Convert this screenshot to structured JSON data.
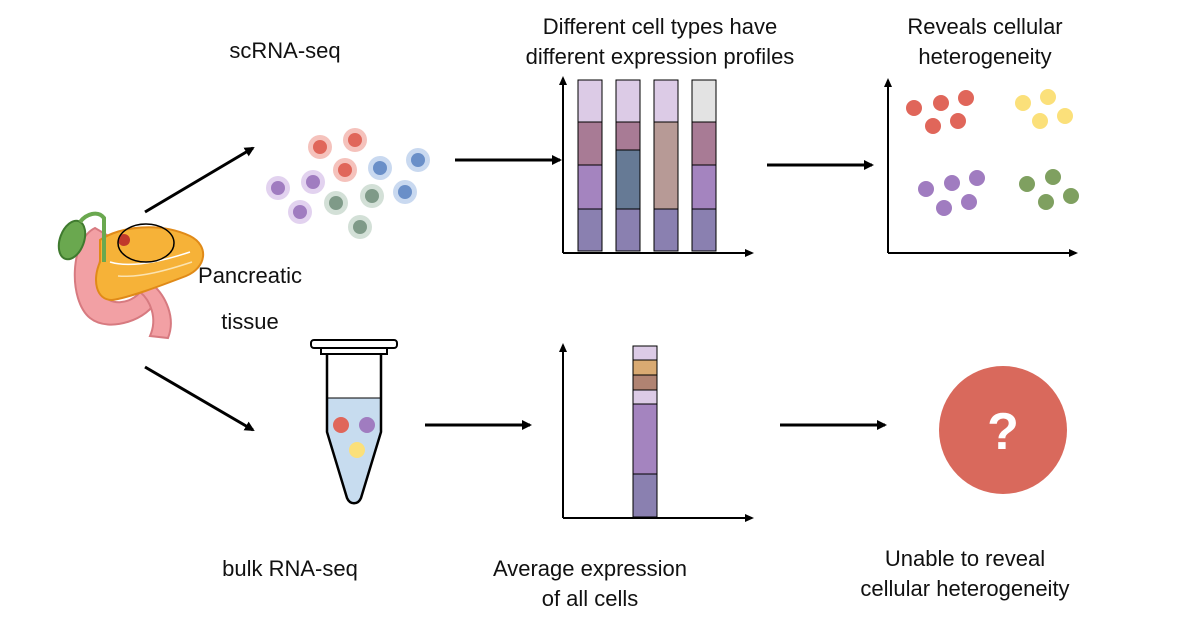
{
  "labels": {
    "scrna_seq": "scRNA-seq",
    "cell_types_line1": "Different cell types have",
    "cell_types_line2": "different expression profiles",
    "reveals_line1": "Reveals cellular",
    "reveals_line2": "heterogeneity",
    "tissue_line1": "Pancreatic",
    "tissue_line2": "tissue",
    "bulk_rna_seq": "bulk RNA-seq",
    "average_line1": "Average expression",
    "average_line2": "of all cells",
    "unable_line1": "Unable to reveal",
    "unable_line2": "cellular heterogeneity",
    "question_mark": "?"
  },
  "colors": {
    "red_cell": "#e0665a",
    "blue_cell": "#6a8fc8",
    "purple_cell": "#a07cc0",
    "green_cell": "#7f9a88",
    "yellow_cell": "#fbe07a",
    "olive_cluster": "#7fa060",
    "question_circle": "#d9695c",
    "tube_liquid": "#c7dcef"
  },
  "icons": {
    "organ": "pancreas-illustration",
    "tube": "sample-tube-icon",
    "unknown": "question-circle-icon"
  }
}
